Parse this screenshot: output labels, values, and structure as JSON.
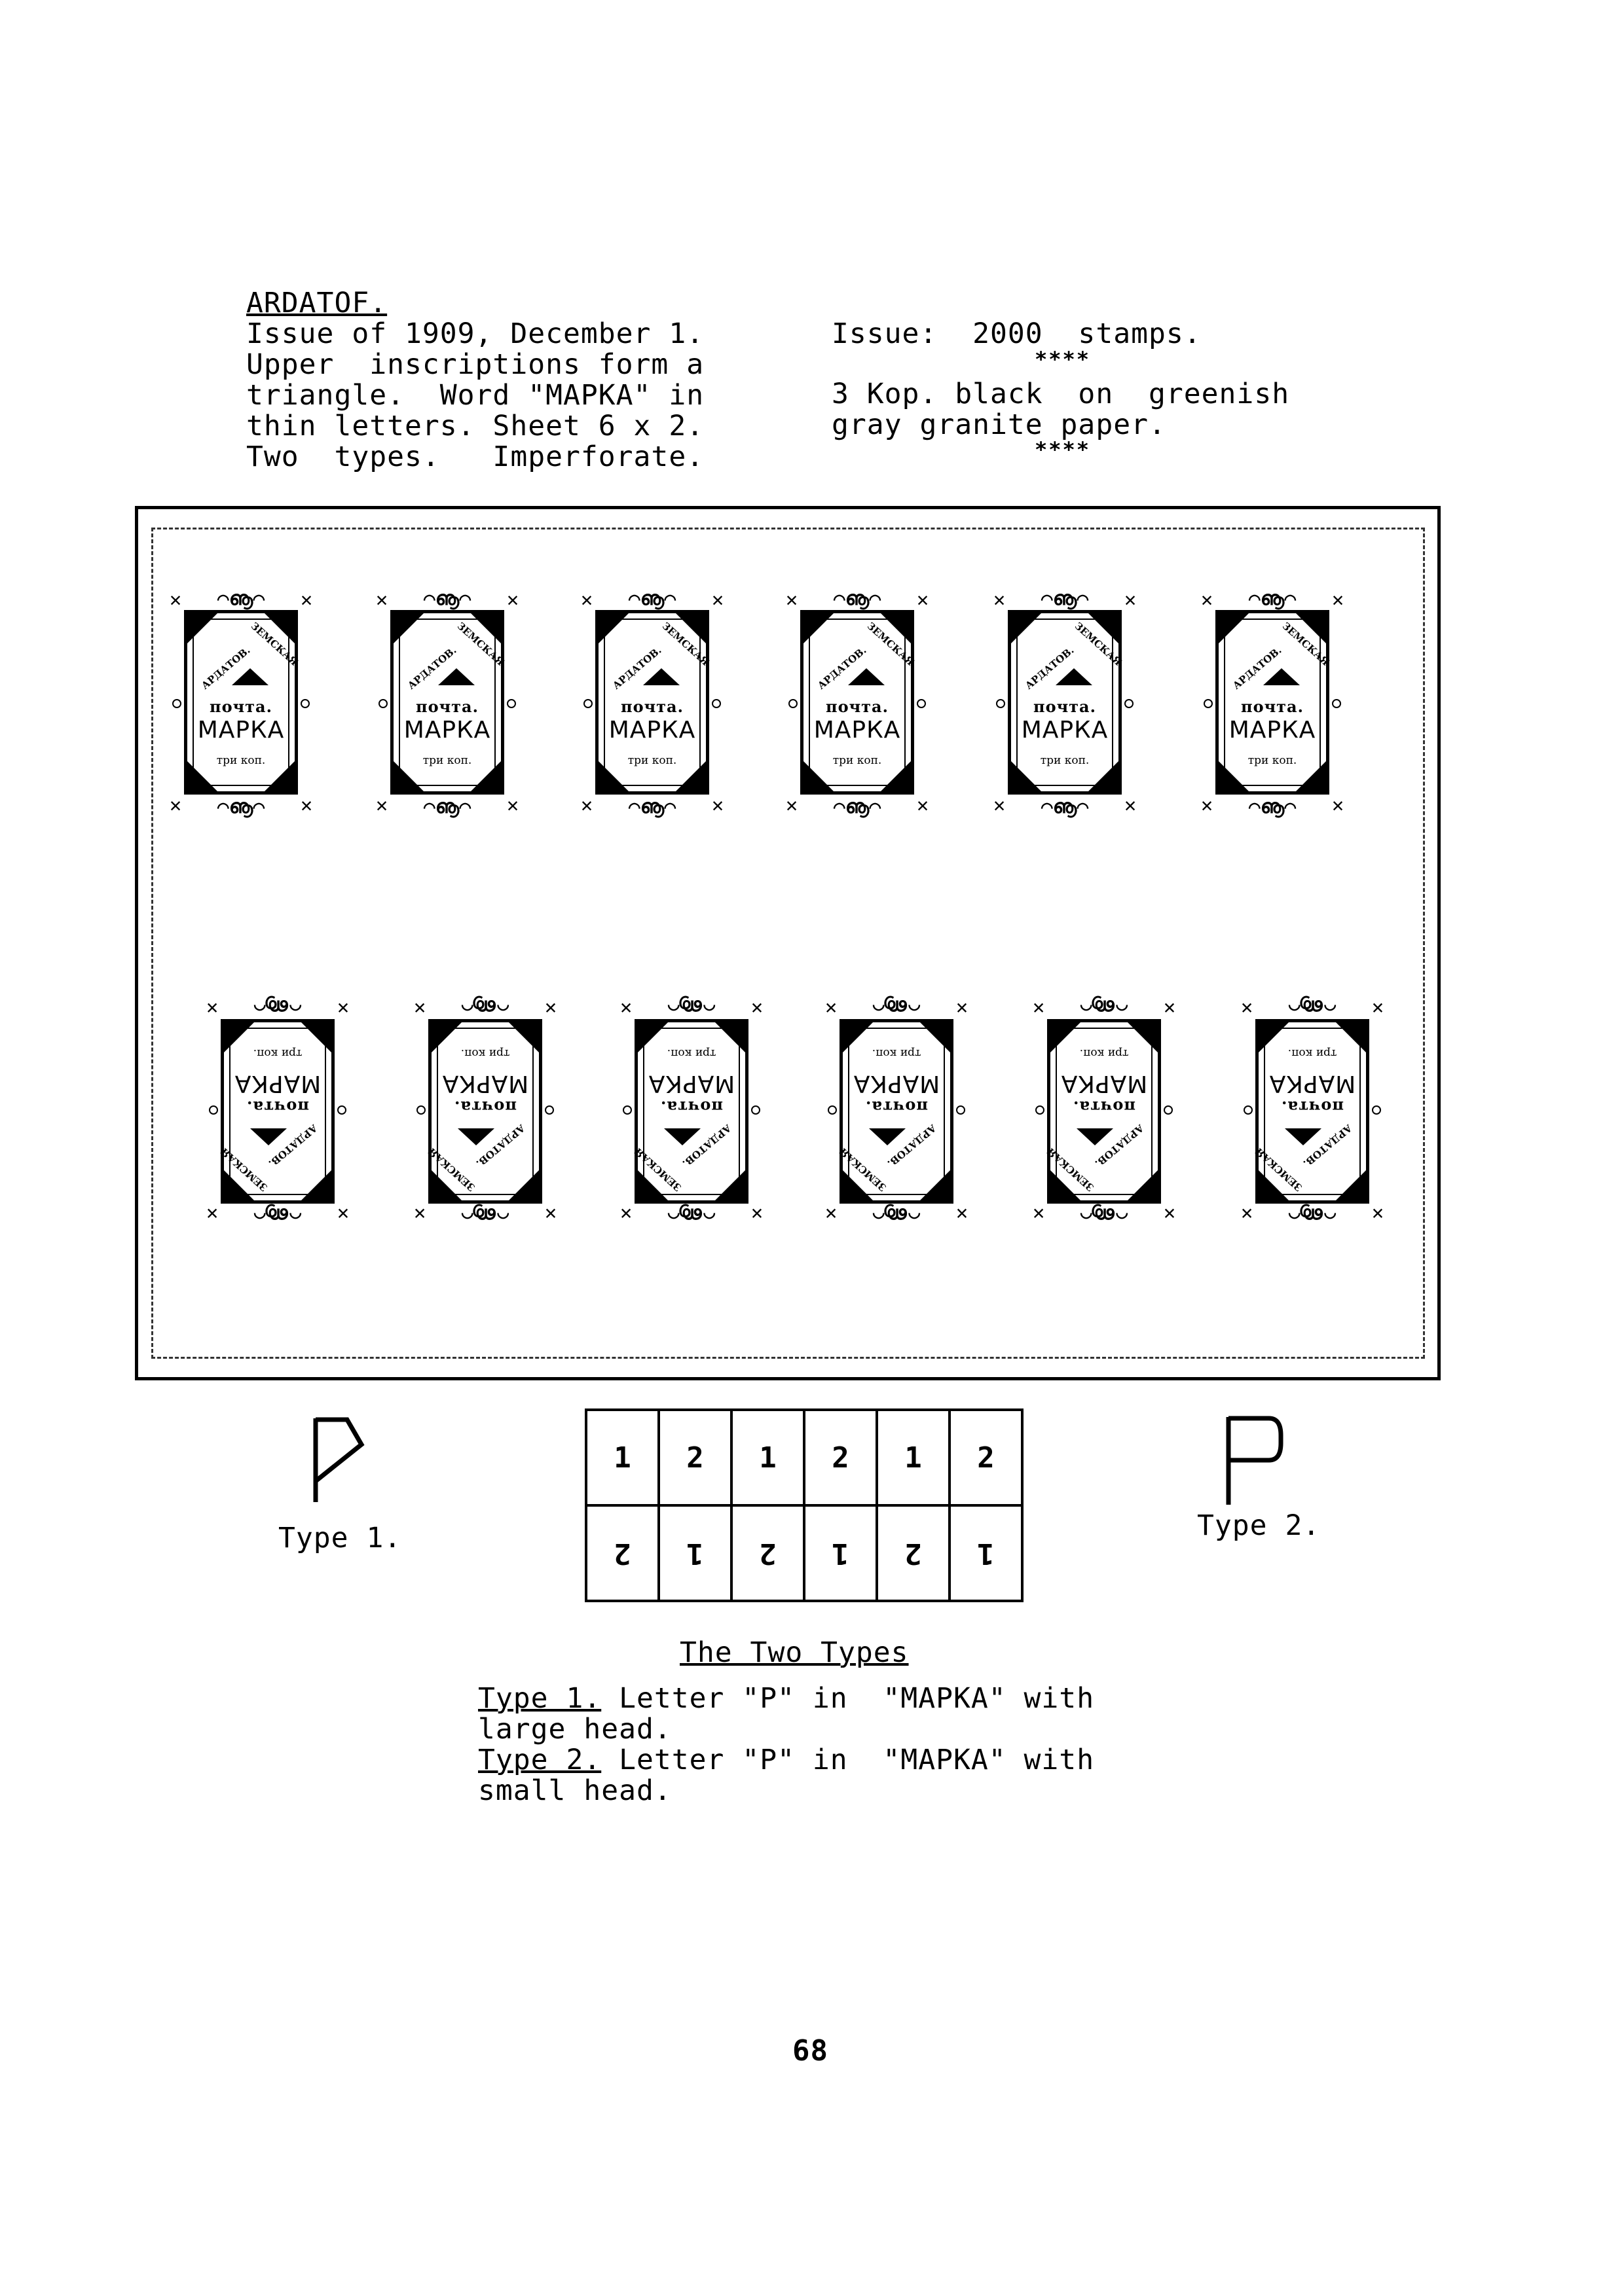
{
  "header": {
    "title": "ARDATOF.",
    "left_lines": [
      "Issue of 1909, December 1.",
      "Upper  inscriptions form a",
      "triangle.  Word \"MAPKA\" in",
      "thin letters. Sheet 6 x 2.",
      "Two  types.   Imperforate."
    ],
    "right_issue": "Issue:  2000  stamps.",
    "stars_1": "****",
    "right_lines": [
      "3 Kop. black  on  greenish",
      "gray granite paper."
    ],
    "stars_2": "****"
  },
  "stamp": {
    "arc_left": "АРДАТОВ.",
    "arc_right": "ЗЕМСКАЯ",
    "pochta": "почта.",
    "marka": "МАРКА",
    "value": "три коп.",
    "scroll": "⌒ൡ⌒",
    "x": "✕",
    "count_per_row": 6,
    "rows": 2
  },
  "types": {
    "type1_label": "Type 1.",
    "type2_label": "Type 2.",
    "grid_top": [
      "1",
      "2",
      "1",
      "2",
      "1",
      "2"
    ],
    "grid_bottom": [
      "2",
      "1",
      "2",
      "1",
      "2",
      "1"
    ]
  },
  "explanation": {
    "heading": "The Two Types",
    "type1_prefix": "Type 1.",
    "type1_text": " Letter \"P\" in  \"MAPKA\" with",
    "type1_cont": "large head.",
    "type2_prefix": "Type 2.",
    "type2_text": " Letter \"P\" in  \"MAPKA\" with",
    "type2_cont": "small head."
  },
  "page_number": "68"
}
